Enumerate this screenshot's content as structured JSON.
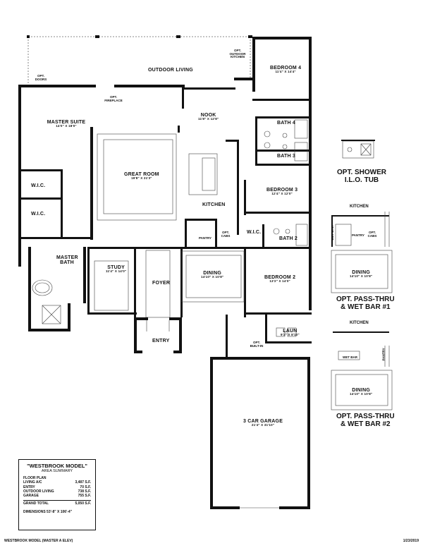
{
  "rooms": {
    "outdoor_living": {
      "name": "OUTDOOR LIVING"
    },
    "bedroom4": {
      "name": "BEDROOM 4",
      "dims": "11'4\" X 14'4\""
    },
    "master_suite": {
      "name": "MASTER SUITE",
      "dims": "14'0\" X 18'0\""
    },
    "nook": {
      "name": "NOOK",
      "dims": "11'8\" X 12'8\""
    },
    "bath4": {
      "name": "BATH 4"
    },
    "bath3": {
      "name": "BATH 3"
    },
    "great_room": {
      "name": "GREAT ROOM",
      "dims": "19'8\" X 21'3\""
    },
    "wic1": {
      "name": "W.I.C."
    },
    "wic2": {
      "name": "W.I.C."
    },
    "wic3": {
      "name": "W.I.C."
    },
    "bedroom3": {
      "name": "BEDROOM 3",
      "dims": "12'4\" X 12'0\""
    },
    "kitchen": {
      "name": "KITCHEN"
    },
    "pantry": {
      "name": "PANTRY"
    },
    "bath2": {
      "name": "BATH 2"
    },
    "master_bath": {
      "name": "MASTER BATH"
    },
    "study": {
      "name": "STUDY",
      "dims": "11'4\" X 14'0\""
    },
    "foyer": {
      "name": "FOYER"
    },
    "dining": {
      "name": "DINING",
      "dims": "14'10\" X 10'8\""
    },
    "bedroom2": {
      "name": "BEDROOM 2",
      "dims": "13'2\" X 14'0\""
    },
    "entry": {
      "name": "ENTRY"
    },
    "laun": {
      "name": "LAUN",
      "dims": "9'2\" X 8'10\""
    },
    "garage": {
      "name": "3 CAR GARAGE",
      "dims": "21'4\" X 31'10\""
    }
  },
  "notes": {
    "opt_doors": "OPT. DOORS",
    "opt_fireplace": "OPT. FIREPLACE",
    "opt_outdoor_kitchen": "OPT. OUTDOOR KITCHEN",
    "opt_cabs": "OPT. CABS",
    "opt_built_in": "OPT. BUILT-IN"
  },
  "options": {
    "shower": {
      "title1": "OPT. SHOWER",
      "title2": "I.L.O. TUB"
    },
    "pass1": {
      "title1": "OPT. PASS-THRU",
      "title2": "& WET BAR #1",
      "kitchen": "KITCHEN",
      "pantry": "PANTRY",
      "wet_bar": "WET BAR",
      "opt_cabs": "OPT. CABS",
      "dining": "DINING",
      "dining_dims": "14'10\" X 10'8\""
    },
    "pass2": {
      "title1": "OPT. PASS-THRU",
      "title2": "& WET BAR #2",
      "kitchen": "KITCHEN",
      "wet_bar": "WET BAR",
      "pantry": "PANTRY",
      "dining": "DINING",
      "dining_dims": "14'10\" X 10'8\""
    }
  },
  "summary": {
    "title": "\"WESTBROOK MODEL\"",
    "subtitle": "AREA SUMMARY",
    "heading": "FLOOR PLAN",
    "rows": [
      {
        "label": "LIVING A/C",
        "value": "3,487 S.F."
      },
      {
        "label": "ENTRY",
        "value": "70 S.F."
      },
      {
        "label": "OUTDOOR LIVING",
        "value": "738 S.F."
      },
      {
        "label": "GARAGE",
        "value": "755 S.F."
      }
    ],
    "total_label": "GRAND TOTAL",
    "total_value": "5,050 S.F.",
    "dimensions": "DIMENSIONS 53'-8\" X 106'-4\""
  },
  "footer": {
    "left": "WESTBROOK MODEL (MASTER A ELEV)",
    "right": "1/23/2019"
  }
}
